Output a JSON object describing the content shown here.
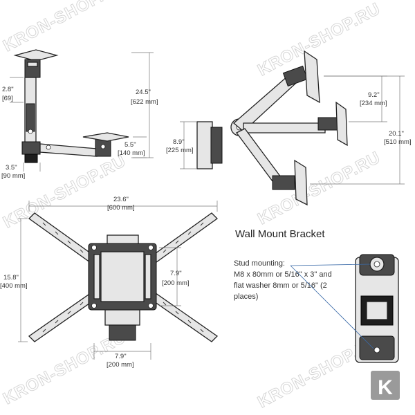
{
  "side_view": {
    "dim_height_total": "24.5\"",
    "dim_height_total_mm": "[622 mm]",
    "dim_top_plate": "2.8\"",
    "dim_top_plate_mm": "[69]",
    "dim_bottom": "5.5\"",
    "dim_bottom_mm": "[140 mm]",
    "dim_depth": "3.5\"",
    "dim_depth_mm": "[90 mm]"
  },
  "arm_view": {
    "dim_plate_height": "8.9\"",
    "dim_plate_height_mm": "[225 mm]",
    "dim_travel": "9.2\"",
    "dim_travel_mm": "[234 mm]",
    "dim_total": "20.1\"",
    "dim_total_mm": "[510 mm]"
  },
  "vesa_plate": {
    "dim_width": "23.6\"",
    "dim_width_mm": "[600 mm]",
    "dim_height": "15.8\"",
    "dim_height_mm": "[400 mm]",
    "dim_hole_v": "7.9\"",
    "dim_hole_v_mm": "[200 mm]",
    "dim_hole_h": "7.9\"",
    "dim_hole_h_mm": "[200 mm]"
  },
  "bracket": {
    "title": "Wall Mount Bracket",
    "note_lines": [
      "Stud mounting:",
      "M8 x 80mm or 5/16\" x 3\" and",
      "flat washer 8mm or 5/16\" (2",
      "places)"
    ]
  },
  "watermark": {
    "text": "KRON-SHOP.RU",
    "badge_letter": "K",
    "badge_color": "#9a9a9a"
  },
  "colors": {
    "line": "#222222",
    "part_fill": "#e6e6e6",
    "dark_fill": "#4a4a4a"
  }
}
